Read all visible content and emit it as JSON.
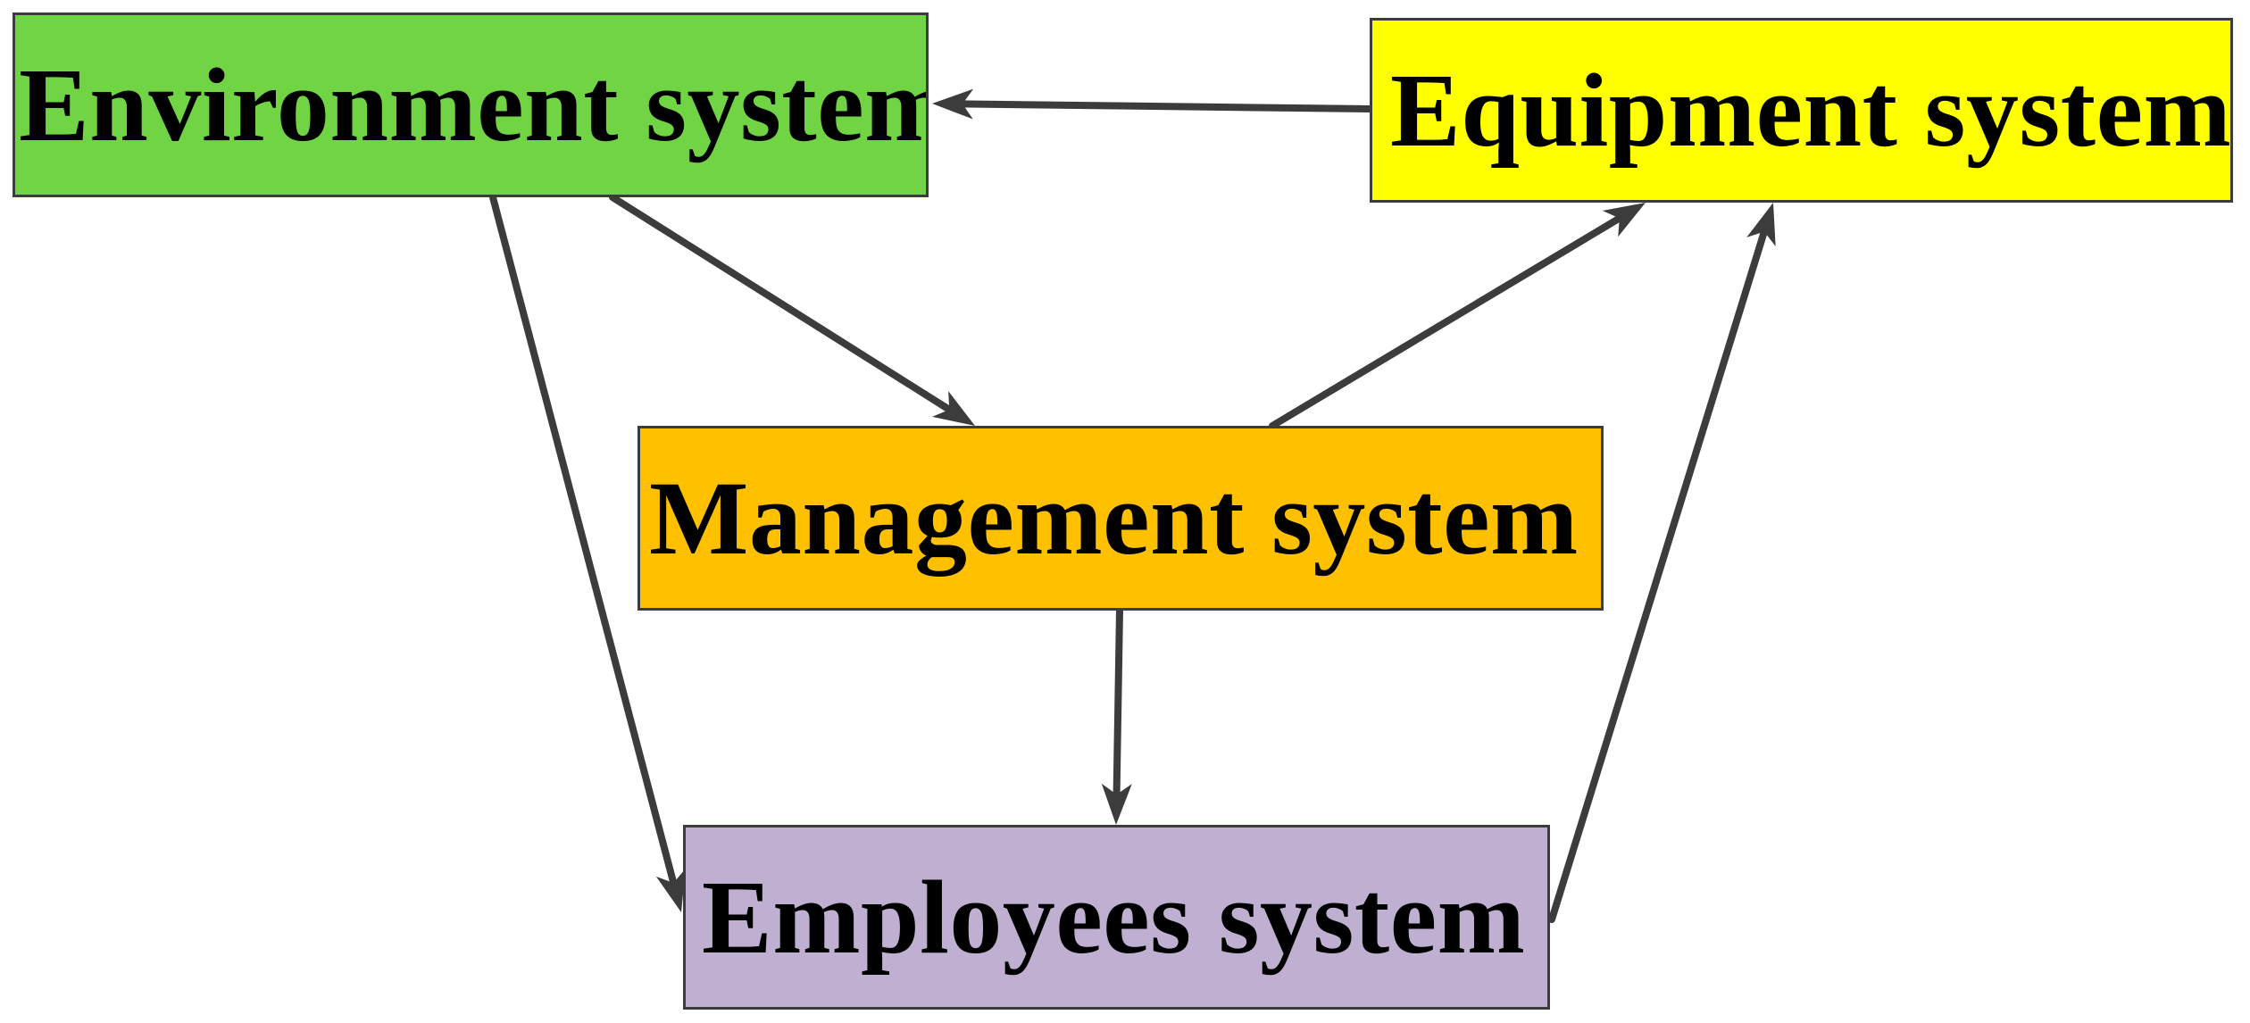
{
  "nodes": {
    "environment": {
      "label": "Environment system",
      "color": "#70d444"
    },
    "equipment": {
      "label": "Equipment system",
      "color": "#ffff00"
    },
    "management": {
      "label": "Management system",
      "color": "#ffc000"
    },
    "employees": {
      "label": "Employees system",
      "color": "#bfafd0"
    }
  },
  "edges": [
    {
      "from": "equipment",
      "to": "environment"
    },
    {
      "from": "environment",
      "to": "management"
    },
    {
      "from": "environment",
      "to": "employees"
    },
    {
      "from": "management",
      "to": "equipment"
    },
    {
      "from": "management",
      "to": "employees"
    },
    {
      "from": "employees",
      "to": "equipment"
    }
  ],
  "colors": {
    "edge": "#3c3c3c",
    "border": "#3c3c3c"
  }
}
